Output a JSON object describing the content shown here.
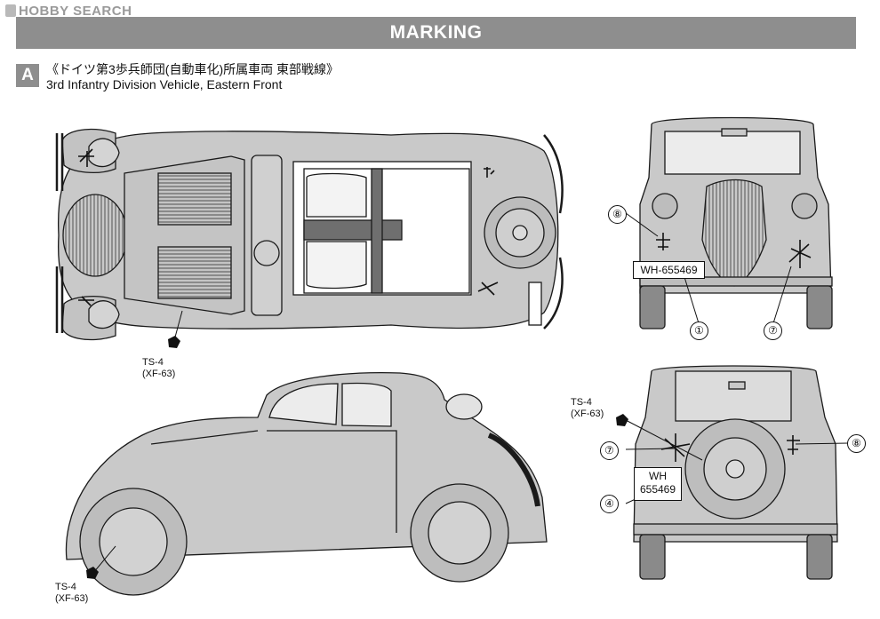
{
  "watermark": {
    "text": "HOBBY SEARCH"
  },
  "header": {
    "title": "MARKING"
  },
  "section": {
    "letter": "A",
    "title_jp": "《ドイツ第3歩兵師団(自動車化)所属車両 東部戦線》",
    "title_en": "3rd Infantry Division Vehicle, Eastern Front"
  },
  "paint_labels": {
    "top_view": {
      "code": "TS-4",
      "xf": "(XF-63)"
    },
    "rear_view": {
      "code": "TS-4",
      "xf": "(XF-63)"
    },
    "side_view": {
      "code": "TS-4",
      "xf": "(XF-63)"
    }
  },
  "plates": {
    "front": "WH-655469",
    "rear_line1": "WH",
    "rear_line2": "655469"
  },
  "callouts": {
    "front_plate": "①",
    "front_left_emblem": "⑧",
    "front_right_emblem": "⑦",
    "rear_emblem_left": "⑦",
    "rear_emblem_right": "⑧",
    "rear_plate": "④"
  },
  "colors": {
    "header_bar": "#8e8e8e",
    "body_fill": "#c9c9c9",
    "line": "#1a1a1a"
  }
}
